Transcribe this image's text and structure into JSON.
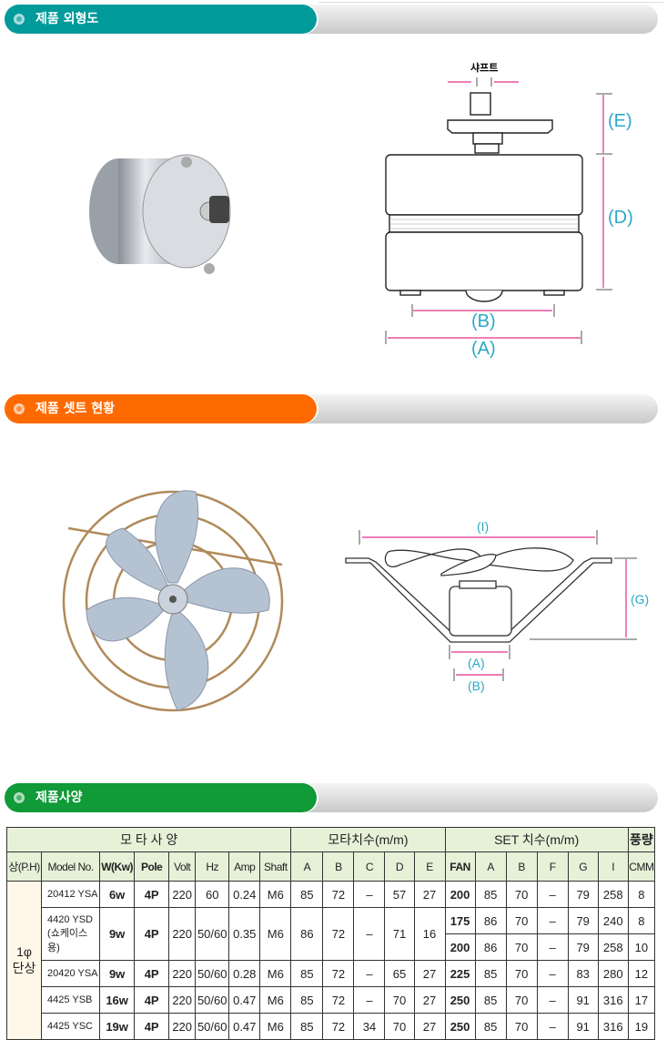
{
  "sections": [
    {
      "title": "제품 외형도",
      "color": "#009a9a"
    },
    {
      "title": "제품 셋트 현황",
      "color": "#ff6a00"
    },
    {
      "title": "제품사양",
      "color": "#109a38"
    }
  ],
  "motor_diagram": {
    "shaft": "샤프트",
    "E": "(E)",
    "D": "(D)",
    "B": "(B)",
    "A": "(A)"
  },
  "set_diagram": {
    "I": "(I)",
    "G": "(G)",
    "A": "(A)",
    "B": "(B)"
  },
  "spec_table": {
    "groups": [
      "모 타 사 양",
      "모타치수(m/m)",
      "SET 치수(m/m)",
      "풍량"
    ],
    "headers": [
      "상(P.H)",
      "Model No.",
      "W(Kw)",
      "Pole",
      "Volt",
      "Hz",
      "Amp",
      "Shaft",
      "A",
      "B",
      "C",
      "D",
      "E",
      "FAN",
      "A",
      "B",
      "F",
      "G",
      "I",
      "CMM"
    ],
    "phase": [
      "1φ",
      "단상"
    ],
    "rows": [
      {
        "model": "20412 YSA",
        "motor": [
          "6w",
          "4P",
          "220",
          "60",
          "0.24",
          "M6"
        ],
        "dims": [
          "85",
          "72",
          "–",
          "57",
          "27"
        ],
        "sets": [
          [
            "200",
            "85",
            "70",
            "–",
            "79",
            "258",
            "8"
          ]
        ]
      },
      {
        "model": "4420  YSD",
        "note": "(쇼케이스용)",
        "motor": [
          "9w",
          "4P",
          "220",
          "50/60",
          "0.35",
          "M6"
        ],
        "dims": [
          "86",
          "72",
          "–",
          "71",
          "16"
        ],
        "sets": [
          [
            "175",
            "86",
            "70",
            "–",
            "79",
            "240",
            "8"
          ],
          [
            "200",
            "86",
            "70",
            "–",
            "79",
            "258",
            "10"
          ]
        ]
      },
      {
        "model": "20420 YSA",
        "motor": [
          "9w",
          "4P",
          "220",
          "50/60",
          "0.28",
          "M6"
        ],
        "dims": [
          "85",
          "72",
          "–",
          "65",
          "27"
        ],
        "sets": [
          [
            "225",
            "85",
            "70",
            "–",
            "83",
            "280",
            "12"
          ]
        ]
      },
      {
        "model": "4425  YSB",
        "motor": [
          "16w",
          "4P",
          "220",
          "50/60",
          "0.47",
          "M6"
        ],
        "dims": [
          "85",
          "72",
          "–",
          "70",
          "27"
        ],
        "sets": [
          [
            "250",
            "85",
            "70",
            "–",
            "91",
            "316",
            "17"
          ]
        ]
      },
      {
        "model": "4425  YSC",
        "motor": [
          "19w",
          "4P",
          "220",
          "50/60",
          "0.47",
          "M6"
        ],
        "dims": [
          "85",
          "72",
          "34",
          "70",
          "27"
        ],
        "sets": [
          [
            "250",
            "85",
            "70",
            "–",
            "91",
            "316",
            "19"
          ]
        ]
      }
    ]
  }
}
